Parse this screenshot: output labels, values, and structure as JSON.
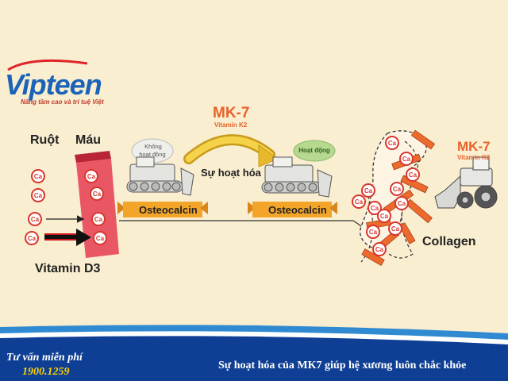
{
  "logo": {
    "name": "Vipteen",
    "tagline": "Nâng tầm cao và trí tuệ Việt"
  },
  "labels": {
    "ruot": "Ruột",
    "mau": "Máu",
    "vitamin_d3": "Vitamin D3",
    "khong_hoat_dong_1": "Không",
    "khong_hoat_dong_2": "hoạt động",
    "hoat_dong": "Hoạt động",
    "su_hoat_hoa": "Sự hoạt hóa",
    "mk7_center": "MK-7",
    "vitamin_k2_center": "Vitamin K2",
    "mk7_right": "MK-7",
    "vitamin_k2_right": "Vitamin K2",
    "osteocalcin_1": "Osteocalcin",
    "osteocalcin_2": "Osteocalcin",
    "collagen": "Collagen",
    "ca": "Ca"
  },
  "footer": {
    "consult": "Tư vấn miễn phí",
    "phone": "1900.1259",
    "caption": "Sự hoạt hóa của MK7 giúp hệ xương luôn chắc khỏe"
  },
  "colors": {
    "background": "#faeed0",
    "footer_blue": "#0f3f94",
    "orange": "#ec6a2c",
    "ribbon_orange": "#f3a52a",
    "blood_red": "#e84a5a",
    "text_red": "#e8622a",
    "logo_blue": "#1a63b8"
  }
}
